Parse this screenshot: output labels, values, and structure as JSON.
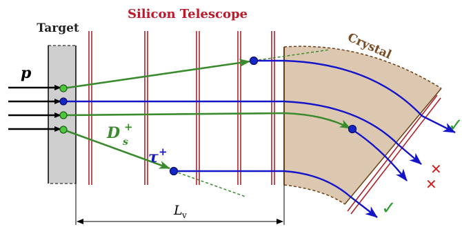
{
  "labels": {
    "target": "Target",
    "telescope": "Silicon Telescope",
    "crystal": "Crystal",
    "beam": "p",
    "meson_base": "D",
    "meson_sub": "s",
    "meson_sup": "+",
    "tau_base": "τ",
    "tau_sup": "+",
    "length_base": "L",
    "length_sub": "v"
  },
  "marks": {
    "check": "✓",
    "cross": "✕"
  },
  "colors": {
    "telescope_title": "#c0182a",
    "crystal_label": "#7a4a22",
    "crystal_fill": "#dcc8b0",
    "crystal_edge": "#6b3f14",
    "target_fill": "#cfcfcf",
    "track_green": "#3a8a2e",
    "track_blue": "#1414c8",
    "plane_red": "#b0202a",
    "check_green": "#2f9a2f",
    "cross_red": "#d02020",
    "point_green": "#4cc83a",
    "point_blue": "#1428c8"
  }
}
